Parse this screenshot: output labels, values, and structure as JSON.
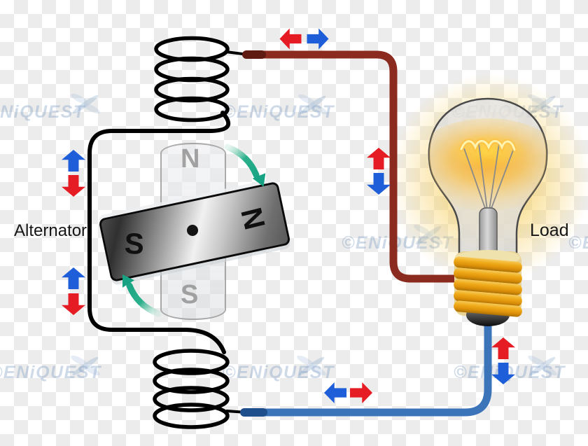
{
  "figure": {
    "alternator_label": "Alternator",
    "load_label": "Load"
  },
  "magnet": {
    "ghost_top": "N",
    "ghost_bottom": "S",
    "bar_left": "S",
    "bar_right": "N"
  },
  "watermark": {
    "text": "©ENiQUEST"
  },
  "colors": {
    "hot_wire": "#8b2a1e",
    "return_wire": "#3b74b8",
    "coil_wire": "#000000",
    "current_arrow_red": "#e51c23",
    "current_arrow_blue": "#1e5ed8",
    "rotation_arrow_green": "#17a383",
    "bulb_glow": "#f7ca5a",
    "screw_thread_gold": "#efab19"
  }
}
